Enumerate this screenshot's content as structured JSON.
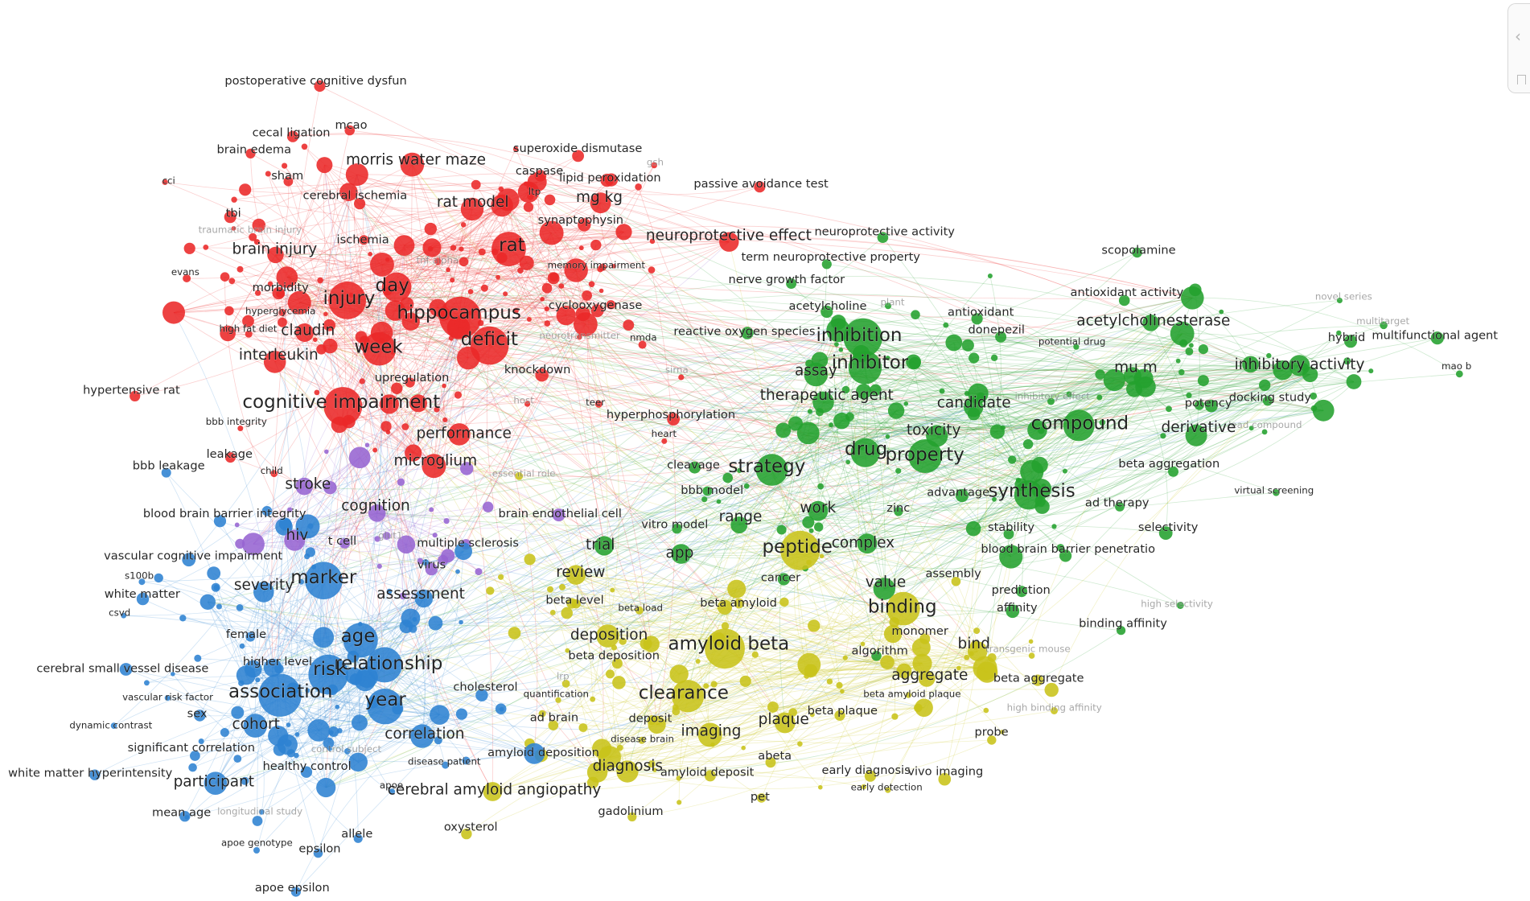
{
  "colors": {
    "red": "#e03232",
    "green": "#2ca832",
    "blue": "#3a8fd8",
    "yellow": "#c9c41e",
    "purple": "#a070d8"
  },
  "labels": [
    {
      "t": "postoperative cognitive dysfun",
      "c": "red",
      "s": 1
    },
    {
      "t": "cecal ligation",
      "c": "red",
      "s": 1
    },
    {
      "t": "mcao",
      "c": "red",
      "s": 1
    },
    {
      "t": "brain edema",
      "c": "red",
      "s": 1
    },
    {
      "t": "morris water maze",
      "c": "red",
      "s": 2
    },
    {
      "t": "superoxide dismutase",
      "c": "red",
      "s": 1
    },
    {
      "t": "gsh",
      "c": "red",
      "s": 0
    },
    {
      "t": "sham",
      "c": "red",
      "s": 1
    },
    {
      "t": "caspase",
      "c": "red",
      "s": 1
    },
    {
      "t": "lipid peroxidation",
      "c": "red",
      "s": 1
    },
    {
      "t": "passive avoidance test",
      "c": "red",
      "s": 1
    },
    {
      "t": "cci",
      "c": "red",
      "s": 0
    },
    {
      "t": "cerebral ischemia",
      "c": "red",
      "s": 1
    },
    {
      "t": "ltp",
      "c": "red",
      "s": 0
    },
    {
      "t": "rat model",
      "c": "red",
      "s": 2
    },
    {
      "t": "mg kg",
      "c": "red",
      "s": 2
    },
    {
      "t": "tbi",
      "c": "red",
      "s": 1
    },
    {
      "t": "synaptophysin",
      "c": "red",
      "s": 1
    },
    {
      "t": "traumatic brain injury",
      "c": "red",
      "s": 0
    },
    {
      "t": "ischemia",
      "c": "red",
      "s": 1
    },
    {
      "t": "rat",
      "c": "red",
      "s": 3
    },
    {
      "t": "neuroprotective effect",
      "c": "red",
      "s": 2
    },
    {
      "t": "neuroprotective activity",
      "c": "green",
      "s": 1
    },
    {
      "t": "brain injury",
      "c": "red",
      "s": 2
    },
    {
      "t": "tnf alpha",
      "c": "red",
      "s": 0
    },
    {
      "t": "memory impairment",
      "c": "red",
      "s": 0
    },
    {
      "t": "term neuroprotective property",
      "c": "green",
      "s": 1
    },
    {
      "t": "scopolamine",
      "c": "green",
      "s": 1
    },
    {
      "t": "evans",
      "c": "red",
      "s": 0
    },
    {
      "t": "day",
      "c": "red",
      "s": 3
    },
    {
      "t": "nerve growth factor",
      "c": "green",
      "s": 1
    },
    {
      "t": "morbidity",
      "c": "red",
      "s": 1
    },
    {
      "t": "antioxidant activity",
      "c": "green",
      "s": 1
    },
    {
      "t": "novel series",
      "c": "green",
      "s": 0
    },
    {
      "t": "injury",
      "c": "red",
      "s": 3
    },
    {
      "t": "acetylcholine",
      "c": "green",
      "s": 1
    },
    {
      "t": "plant",
      "c": "green",
      "s": 0
    },
    {
      "t": "hyperglycemia",
      "c": "red",
      "s": 0
    },
    {
      "t": "cyclooxygenase",
      "c": "red",
      "s": 1
    },
    {
      "t": "hippocampus",
      "c": "red",
      "s": 3
    },
    {
      "t": "antioxidant",
      "c": "green",
      "s": 1
    },
    {
      "t": "acetylcholinesterase",
      "c": "green",
      "s": 2
    },
    {
      "t": "multitarget",
      "c": "green",
      "s": 0
    },
    {
      "t": "high fat diet",
      "c": "red",
      "s": 0
    },
    {
      "t": "claudin",
      "c": "red",
      "s": 2
    },
    {
      "t": "donepezil",
      "c": "green",
      "s": 1
    },
    {
      "t": "hybrid",
      "c": "green",
      "s": 1
    },
    {
      "t": "multifunctional agent",
      "c": "green",
      "s": 1
    },
    {
      "t": "neurotransmitter",
      "c": "red",
      "s": 0
    },
    {
      "t": "nmda",
      "c": "red",
      "s": 0
    },
    {
      "t": "reactive oxygen species",
      "c": "green",
      "s": 1
    },
    {
      "t": "inhibition",
      "c": "green",
      "s": 3
    },
    {
      "t": "potential drug",
      "c": "green",
      "s": 0
    },
    {
      "t": "deficit",
      "c": "red",
      "s": 3
    },
    {
      "t": "week",
      "c": "red",
      "s": 3
    },
    {
      "t": "interleukin",
      "c": "red",
      "s": 2
    },
    {
      "t": "inhibitor",
      "c": "green",
      "s": 3
    },
    {
      "t": "mu m",
      "c": "green",
      "s": 2
    },
    {
      "t": "inhibitory activity",
      "c": "green",
      "s": 2
    },
    {
      "t": "mao b",
      "c": "green",
      "s": 0
    },
    {
      "t": "sirna",
      "c": "red",
      "s": 0
    },
    {
      "t": "knockdown",
      "c": "red",
      "s": 1
    },
    {
      "t": "upregulation",
      "c": "red",
      "s": 1
    },
    {
      "t": "assay",
      "c": "green",
      "s": 2
    },
    {
      "t": "hypertensive rat",
      "c": "red",
      "s": 1
    },
    {
      "t": "therapeutic agent",
      "c": "green",
      "s": 2
    },
    {
      "t": "inhibitory effect",
      "c": "green",
      "s": 0
    },
    {
      "t": "docking study",
      "c": "green",
      "s": 1
    },
    {
      "t": "cognitive impairment",
      "c": "red",
      "s": 3
    },
    {
      "t": "host",
      "c": "red",
      "s": 0
    },
    {
      "t": "teer",
      "c": "red",
      "s": 0
    },
    {
      "t": "candidate",
      "c": "green",
      "s": 2
    },
    {
      "t": "potency",
      "c": "green",
      "s": 1
    },
    {
      "t": "hyperphosphorylation",
      "c": "red",
      "s": 1
    },
    {
      "t": "compound",
      "c": "green",
      "s": 3
    },
    {
      "t": "lead compound",
      "c": "green",
      "s": 0
    },
    {
      "t": "bbb integrity",
      "c": "red",
      "s": 0
    },
    {
      "t": "toxicity",
      "c": "green",
      "s": 2
    },
    {
      "t": "derivative",
      "c": "green",
      "s": 2
    },
    {
      "t": "performance",
      "c": "red",
      "s": 2
    },
    {
      "t": "heart",
      "c": "red",
      "s": 0
    },
    {
      "t": "drug",
      "c": "green",
      "s": 3
    },
    {
      "t": "leakage",
      "c": "red",
      "s": 1
    },
    {
      "t": "property",
      "c": "green",
      "s": 3
    },
    {
      "t": "microglium",
      "c": "red",
      "s": 2
    },
    {
      "t": "bbb leakage",
      "c": "blue",
      "s": 1
    },
    {
      "t": "cleavage",
      "c": "green",
      "s": 1
    },
    {
      "t": "beta aggregation",
      "c": "green",
      "s": 1
    },
    {
      "t": "child",
      "c": "red",
      "s": 0
    },
    {
      "t": "strategy",
      "c": "green",
      "s": 3
    },
    {
      "t": "essential role",
      "c": "yellow",
      "s": 0
    },
    {
      "t": "stroke",
      "c": "purple",
      "s": 2
    },
    {
      "t": "bbb model",
      "c": "green",
      "s": 1
    },
    {
      "t": "advantage",
      "c": "green",
      "s": 1
    },
    {
      "t": "synthesis",
      "c": "green",
      "s": 3
    },
    {
      "t": "virtual screening",
      "c": "green",
      "s": 0
    },
    {
      "t": "cognition",
      "c": "purple",
      "s": 2
    },
    {
      "t": "work",
      "c": "green",
      "s": 2
    },
    {
      "t": "ad therapy",
      "c": "green",
      "s": 1
    },
    {
      "t": "zinc",
      "c": "green",
      "s": 1
    },
    {
      "t": "blood brain barrier integrity",
      "c": "blue",
      "s": 1
    },
    {
      "t": "brain endothelial cell",
      "c": "purple",
      "s": 1
    },
    {
      "t": "range",
      "c": "green",
      "s": 2
    },
    {
      "t": "vitro model",
      "c": "green",
      "s": 1
    },
    {
      "t": "stability",
      "c": "green",
      "s": 1
    },
    {
      "t": "selectivity",
      "c": "green",
      "s": 1
    },
    {
      "t": "hiv",
      "c": "purple",
      "s": 2
    },
    {
      "t": "t cell",
      "c": "purple",
      "s": 1
    },
    {
      "t": "glut1",
      "c": "purple",
      "s": 0
    },
    {
      "t": "multiple sclerosis",
      "c": "purple",
      "s": 1
    },
    {
      "t": "trial",
      "c": "green",
      "s": 2
    },
    {
      "t": "peptide",
      "c": "yellow",
      "s": 3
    },
    {
      "t": "complex",
      "c": "green",
      "s": 2
    },
    {
      "t": "blood brain barrier penetratio",
      "c": "green",
      "s": 1
    },
    {
      "t": "vascular cognitive impairment",
      "c": "blue",
      "s": 1
    },
    {
      "t": "app",
      "c": "green",
      "s": 2
    },
    {
      "t": "marker",
      "c": "blue",
      "s": 3
    },
    {
      "t": "virus",
      "c": "purple",
      "s": 1
    },
    {
      "t": "review",
      "c": "yellow",
      "s": 2
    },
    {
      "t": "cancer",
      "c": "green",
      "s": 1
    },
    {
      "t": "assembly",
      "c": "yellow",
      "s": 1
    },
    {
      "t": "s100b",
      "c": "blue",
      "s": 0
    },
    {
      "t": "severity",
      "c": "blue",
      "s": 2
    },
    {
      "t": "value",
      "c": "green",
      "s": 2
    },
    {
      "t": "prediction",
      "c": "green",
      "s": 1
    },
    {
      "t": "white matter",
      "c": "blue",
      "s": 1
    },
    {
      "t": "assessment",
      "c": "blue",
      "s": 2
    },
    {
      "t": "beta level",
      "c": "yellow",
      "s": 1
    },
    {
      "t": "beta load",
      "c": "yellow",
      "s": 0
    },
    {
      "t": "beta amyloid",
      "c": "yellow",
      "s": 1
    },
    {
      "t": "binding",
      "c": "yellow",
      "s": 3
    },
    {
      "t": "affinity",
      "c": "green",
      "s": 1
    },
    {
      "t": "high selectivity",
      "c": "green",
      "s": 0
    },
    {
      "t": "csvd",
      "c": "blue",
      "s": 0
    },
    {
      "t": "binding affinity",
      "c": "green",
      "s": 1
    },
    {
      "t": "female",
      "c": "blue",
      "s": 1
    },
    {
      "t": "deposition",
      "c": "yellow",
      "s": 2
    },
    {
      "t": "monomer",
      "c": "yellow",
      "s": 1
    },
    {
      "t": "age",
      "c": "blue",
      "s": 3
    },
    {
      "t": "amyloid beta",
      "c": "yellow",
      "s": 3
    },
    {
      "t": "bind",
      "c": "yellow",
      "s": 2
    },
    {
      "t": "transgenic mouse",
      "c": "yellow",
      "s": 0
    },
    {
      "t": "algorithm",
      "c": "green",
      "s": 1
    },
    {
      "t": "higher level",
      "c": "blue",
      "s": 1
    },
    {
      "t": "relationship",
      "c": "blue",
      "s": 3
    },
    {
      "t": "beta deposition",
      "c": "yellow",
      "s": 1
    },
    {
      "t": "cerebral small vessel disease",
      "c": "blue",
      "s": 1
    },
    {
      "t": "risk",
      "c": "blue",
      "s": 3
    },
    {
      "t": "aggregate",
      "c": "yellow",
      "s": 2
    },
    {
      "t": "beta aggregate",
      "c": "yellow",
      "s": 1
    },
    {
      "t": "lrp",
      "c": "yellow",
      "s": 0
    },
    {
      "t": "association",
      "c": "blue",
      "s": 3
    },
    {
      "t": "vascular risk factor",
      "c": "blue",
      "s": 0
    },
    {
      "t": "cholesterol",
      "c": "blue",
      "s": 1
    },
    {
      "t": "clearance",
      "c": "yellow",
      "s": 3
    },
    {
      "t": "beta amyloid plaque",
      "c": "yellow",
      "s": 0
    },
    {
      "t": "year",
      "c": "blue",
      "s": 3
    },
    {
      "t": "quantification",
      "c": "yellow",
      "s": 0
    },
    {
      "t": "beta plaque",
      "c": "yellow",
      "s": 1
    },
    {
      "t": "high binding affinity",
      "c": "yellow",
      "s": 0
    },
    {
      "t": "sex",
      "c": "blue",
      "s": 1
    },
    {
      "t": "ad brain",
      "c": "yellow",
      "s": 1
    },
    {
      "t": "plaque",
      "c": "yellow",
      "s": 2
    },
    {
      "t": "dynamic contrast",
      "c": "blue",
      "s": 0
    },
    {
      "t": "cohort",
      "c": "blue",
      "s": 2
    },
    {
      "t": "deposit",
      "c": "yellow",
      "s": 1
    },
    {
      "t": "correlation",
      "c": "blue",
      "s": 2
    },
    {
      "t": "imaging",
      "c": "yellow",
      "s": 2
    },
    {
      "t": "probe",
      "c": "yellow",
      "s": 1
    },
    {
      "t": "disease brain",
      "c": "yellow",
      "s": 0
    },
    {
      "t": "significant correlation",
      "c": "blue",
      "s": 1
    },
    {
      "t": "control subject",
      "c": "blue",
      "s": 0
    },
    {
      "t": "amyloid deposition",
      "c": "yellow",
      "s": 1
    },
    {
      "t": "abeta",
      "c": "yellow",
      "s": 1
    },
    {
      "t": "healthy control",
      "c": "blue",
      "s": 1
    },
    {
      "t": "disease patient",
      "c": "blue",
      "s": 0
    },
    {
      "t": "diagnosis",
      "c": "yellow",
      "s": 2
    },
    {
      "t": "early diagnosis",
      "c": "yellow",
      "s": 1
    },
    {
      "t": "vivo imaging",
      "c": "yellow",
      "s": 1
    },
    {
      "t": "white matter hyperintensity",
      "c": "blue",
      "s": 1
    },
    {
      "t": "amyloid deposit",
      "c": "yellow",
      "s": 1
    },
    {
      "t": "participant",
      "c": "blue",
      "s": 2
    },
    {
      "t": "apoe",
      "c": "blue",
      "s": 0
    },
    {
      "t": "cerebral amyloid angiopathy",
      "c": "yellow",
      "s": 2
    },
    {
      "t": "early detection",
      "c": "yellow",
      "s": 0
    },
    {
      "t": "mean age",
      "c": "blue",
      "s": 1
    },
    {
      "t": "longitudinal study",
      "c": "blue",
      "s": 0
    },
    {
      "t": "pet",
      "c": "yellow",
      "s": 1
    },
    {
      "t": "gadolinium",
      "c": "yellow",
      "s": 1
    },
    {
      "t": "oxysterol",
      "c": "yellow",
      "s": 1
    },
    {
      "t": "allele",
      "c": "blue",
      "s": 1
    },
    {
      "t": "apoe genotype",
      "c": "blue",
      "s": 0
    },
    {
      "t": "epsilon",
      "c": "blue",
      "s": 1
    },
    {
      "t": "apoe epsilon",
      "c": "blue",
      "s": 1
    }
  ]
}
